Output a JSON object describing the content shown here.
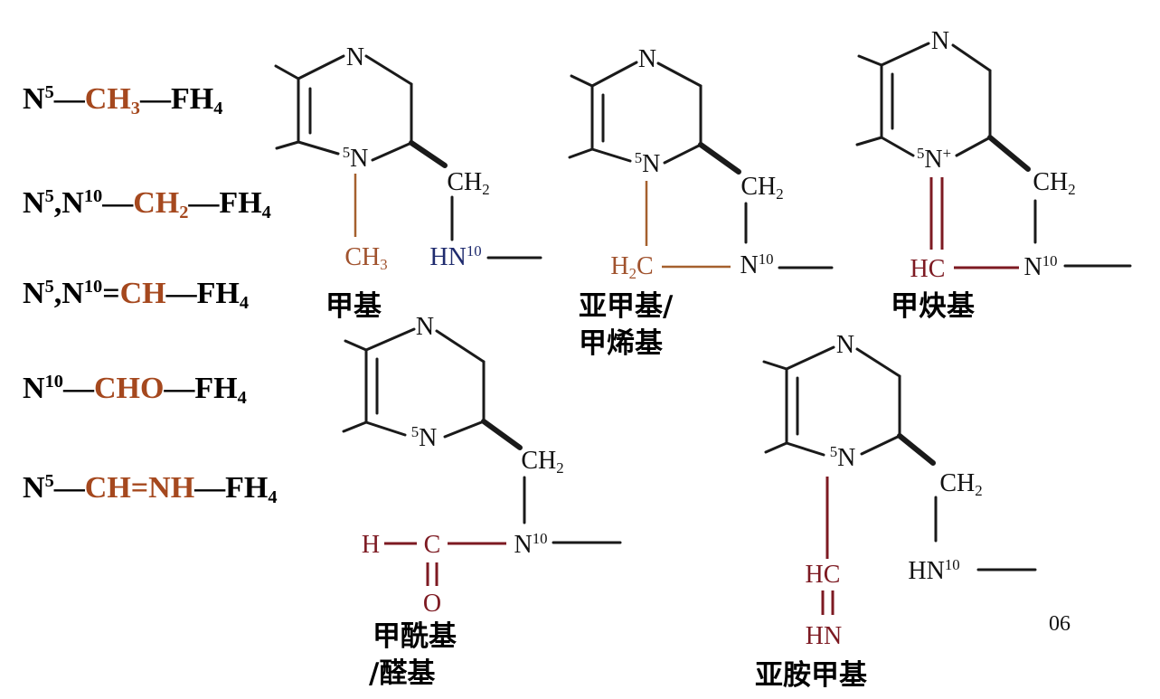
{
  "formulas": [
    {
      "n": "N",
      "n_sup": "5",
      "link": "—",
      "group": "CH",
      "group_sub": "3",
      "tail": "—FH",
      "tail_sub": "4"
    },
    {
      "n": "N",
      "n_sup": "5",
      "n2": ",N",
      "n2_sup": "10",
      "link": "—",
      "group": "CH",
      "group_sub": "2",
      "tail": "—FH",
      "tail_sub": "4"
    },
    {
      "n": "N",
      "n_sup": "5",
      "n2": ",N",
      "n2_sup": "10",
      "link": "=",
      "group": "CH",
      "tail": "—FH",
      "tail_sub": "4"
    },
    {
      "n": "N",
      "n_sup": "10",
      "link": "—",
      "group": "CHO",
      "tail": "—FH",
      "tail_sub": "4"
    },
    {
      "n": "N",
      "n_sup": "5",
      "link": "—",
      "group": "CH=NH",
      "tail": "—FH",
      "tail_sub": "4"
    }
  ],
  "structures": {
    "methyl": {
      "label": "甲基",
      "ring_n": "N",
      "n5_sup": "5",
      "n5": "N",
      "ch2": "CH",
      "ch2_sub": "2",
      "carbon": "CH",
      "carbon_sub": "3",
      "n10": "HN",
      "n10_sup": "10"
    },
    "methylene": {
      "label_line1": "亚甲基/",
      "label_line2": "甲烯基",
      "ring_n": "N",
      "n5_sup": "5",
      "n5": "N",
      "ch2": "CH",
      "ch2_sub": "2",
      "carbon_h": "H",
      "carbon_sub": "2",
      "carbon_c": "C",
      "n10": "N",
      "n10_sup": "10"
    },
    "methenyl": {
      "label": "甲炔基",
      "ring_n": "N",
      "n5_sup": "5",
      "n5": "N",
      "n5_charge": "+",
      "ch2": "CH",
      "ch2_sub": "2",
      "carbon": "HC",
      "n10": "N",
      "n10_sup": "10"
    },
    "formyl": {
      "label_line1": "甲酰基",
      "label_line2": "/醛基",
      "ring_n": "N",
      "n5_sup": "5",
      "n5": "N",
      "ch2": "CH",
      "ch2_sub": "2",
      "carbon_h": "H",
      "carbon_c": "C",
      "oxygen": "O",
      "n10": "N",
      "n10_sup": "10"
    },
    "formimino": {
      "label": "亚胺甲基",
      "ring_n": "N",
      "n5_sup": "5",
      "n5": "N",
      "ch2": "CH",
      "ch2_sub": "2",
      "carbon": "HC",
      "imine": "HN",
      "n10": "HN",
      "n10_sup": "10"
    }
  },
  "page_number": "06",
  "colors": {
    "text": "#000000",
    "one_carbon_unit": "#a5481e",
    "brown_bond": "#a5602e",
    "dark_red": "#7d1a22",
    "n10_blue": "#1f2b6e"
  }
}
